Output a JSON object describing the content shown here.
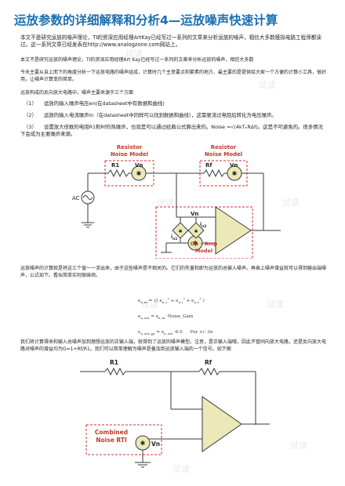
{
  "title": "运放参数的详细解释和分析4—运放噪声快速计算",
  "intro1": "本文不是研究运放的噪声理论，TI的资深应用经理ArtKay已经写过一系列的文章来分析运放的噪声，相信大多数模拟电路工程师都读过。这一系列文章已经发表在http://www.analogzone.com网站上。",
  "intro2": "本文不是研究运放的噪声理论，TI的资深应用经理Art Kay已经写过一系列的文章来分析运放的噪声，相信大多数",
  "intro3": "今天主要从自上而下的角度分析一下运放电路的噪声组成，计算时几个主意要点和繁素的地方、最主要的是提供给大家一个方便的计算小工具，很好用，让噪声计算变的简单。",
  "composition": "运放构成的反向放大电路中，噪声主要来源于三个方面",
  "list": [
    {
      "num": "（1）",
      "text": "运放的输入噪声电压en(在datasheet中有数据和曲线)"
    },
    {
      "num": "（2）",
      "text": "运放的输入电流噪声in（在datasheet中同样可以找到数据和曲线），这需要流过电阻后转化为电压噪声。"
    },
    {
      "num": "（3）",
      "text": "设置放大倍数的电阻R1和Rf的热噪声，也就是可以通过经典公式算出来的。Noise =√(4kTₑRΔf)。这是不可避免的。很多情况下会成为主要噪声来源。"
    }
  ],
  "fig1": {
    "r1_model": [
      "Resistor",
      "Noise Model"
    ],
    "rf_model": [
      "Resistor",
      "Noise Model"
    ],
    "r1": "R1",
    "rf": "Rf",
    "vn": "Vn",
    "ac": "AC",
    "in1": "i",
    "in1_sub": "n1",
    "in2": "i",
    "in2_sub": "n2",
    "opamp_model": [
      "Op – Amp",
      "Model"
    ]
  },
  "para_calc": "运放噪声的计算就是将这三个值一一求出来，由于这些噪声是不相关的。它们的失量和即为运放的总输入噪声。再乘上噪声增益就可以得到输出端噪声，公式如下。看似简单实则很麻烦。",
  "eqs": [
    "e_n_in = √(e_n_r² + e_n_i² + e_n_v²)",
    "e_n_out = e_n_in · Noise_Gain",
    "e_n_out_pp = 6 · e_n_out   For +/- 3σ"
  ],
  "eq_texts": {
    "e1_lhs": "e",
    "e1_lhs_sub": "n_in",
    "e1_rhs": "= √ e",
    "e2_lhs": "e",
    "e2_lhs_sub": "n_out",
    "e2_rhs": "= e",
    "e2_mid": "n_in",
    "e2_tail": "Noise_Gain",
    "e3_lhs": "e",
    "e3_lhs_sub": "n_out_pp",
    "e3_rhs": "= e",
    "e3_mid": "n_out",
    "e3_tail": "6.0",
    "e3_note": "For +/- 3σ"
  },
  "para_equiv": "我们将计算得来和输入总噪声加到理想运放的正输入端，就得到了运放的噪声模型。注意，是正输入端哦，因此不管同向放大电路，还是反向放大电路对噪声的增益均为G=1+Rf/R1。我们可以简单理解为噪声是叠加到运放输入端的一个信号。如下图",
  "fig2": {
    "r1": "R1",
    "rf": "Rf",
    "label": [
      "Combined",
      "Noise RTI"
    ],
    "vn": "Vn"
  },
  "watermark": "试读",
  "colors": {
    "title": "#1b6fb0",
    "label_red": "#c0392b",
    "fill_yellow": "#ece9b8",
    "box_red": "#d03030",
    "wire": "#3a3a3a"
  }
}
